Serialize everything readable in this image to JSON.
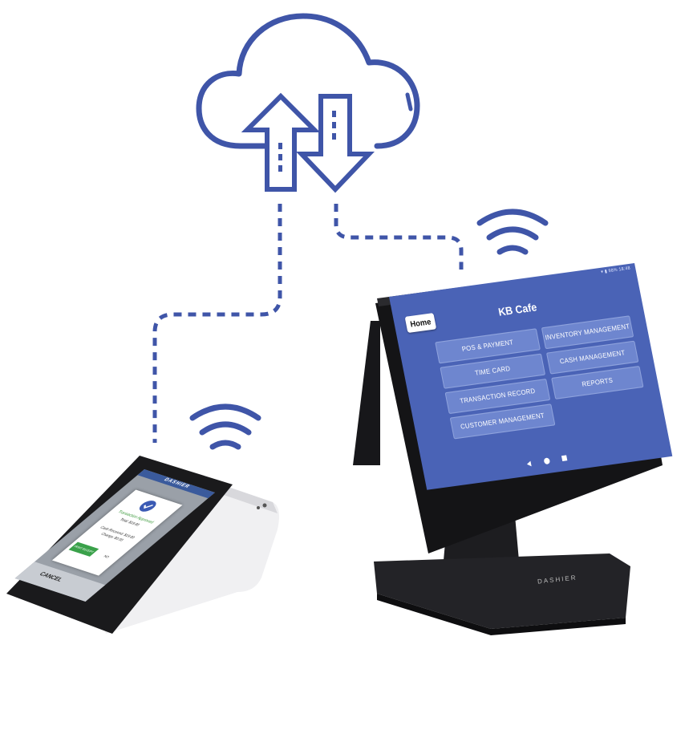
{
  "monitor": {
    "cafe_name": "KB Cafe",
    "home_button": "Home",
    "status_text": "▾ ▮ 98% 18:48",
    "menu_left": [
      "POS & PAYMENT",
      "TIME CARD",
      "TRANSACTION RECORD",
      "CUSTOMER MANAGEMENT"
    ],
    "menu_right": [
      "INVENTORY MANAGEMENT",
      "CASH MANAGEMENT",
      "REPORTS"
    ],
    "brand": "DASHIER"
  },
  "handheld": {
    "brand": "DASHIER",
    "approved_text": "Transaction Approved",
    "total_text": "Total: $19.80",
    "cash_text": "Cash Received: $19.80",
    "change_text": "Change: $0.00",
    "print_button": "PRINT RECEIPT",
    "ok_button": "NO",
    "cancel_button": "CANCEL"
  },
  "colors": {
    "accent_blue": "#3f55a8",
    "screen_blue": "#4a63b6",
    "button_blue": "#6e86cf",
    "device_black": "#1a1a1c"
  },
  "icons": [
    "cloud-icon",
    "upload-arrow-icon",
    "download-arrow-icon",
    "wifi-icon"
  ]
}
